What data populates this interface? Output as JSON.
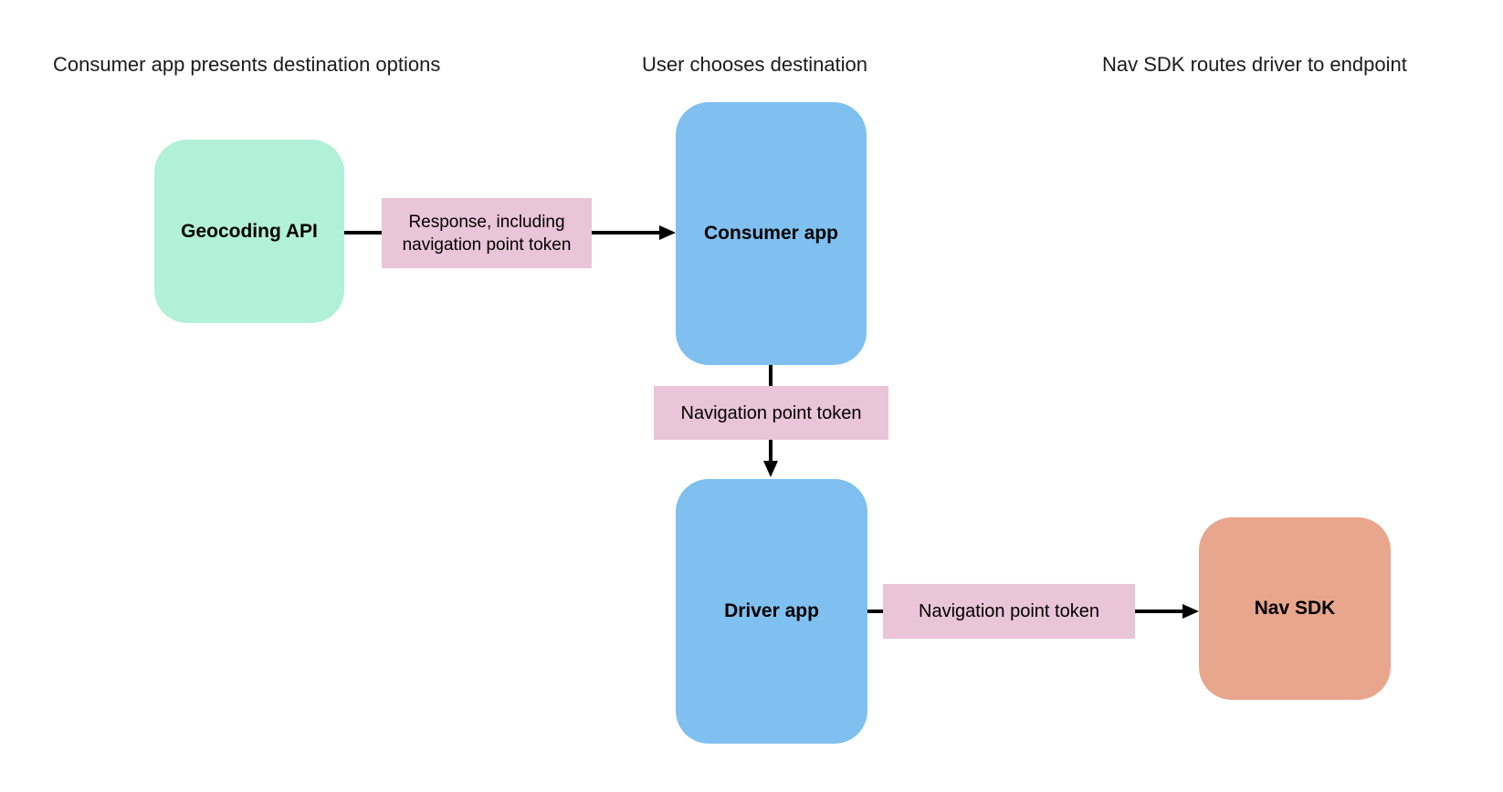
{
  "headers": [
    {
      "label": "Consumer app presents destination options"
    },
    {
      "label": "User chooses destination"
    },
    {
      "label": "Nav SDK routes driver to endpoint"
    }
  ],
  "nodes": [
    {
      "id": "geocoding-api",
      "label": "Geocoding API",
      "fill": "#b1f0d9"
    },
    {
      "id": "consumer-app",
      "label": "Consumer app",
      "fill": "#7fc0f0"
    },
    {
      "id": "driver-app",
      "label": "Driver app",
      "fill": "#7fc0f0"
    },
    {
      "id": "nav-sdk",
      "label": "Nav SDK",
      "fill": "#e8a68d"
    }
  ],
  "edges": [
    {
      "from": "geocoding-api",
      "to": "consumer-app",
      "label": "Response, including navigation point token",
      "label_fill": "#eac4d9",
      "arrow_color": "#000000"
    },
    {
      "from": "consumer-app",
      "to": "driver-app",
      "label": "Navigation point token",
      "label_fill": "#eac4d9",
      "arrow_color": "#000000"
    },
    {
      "from": "driver-app",
      "to": "nav-sdk",
      "label": "Navigation point token",
      "label_fill": "#eac4d9",
      "arrow_color": "#000000"
    }
  ],
  "colors": {
    "background": "#ffffff",
    "header_text": "#1b1b1d",
    "node_label_text": "#000000",
    "edge_label_text": "#000000"
  }
}
